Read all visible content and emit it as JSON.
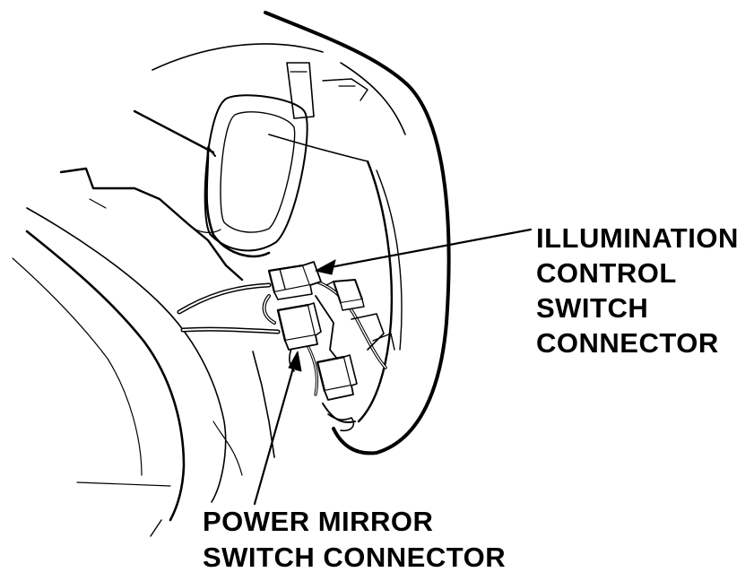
{
  "callouts": {
    "illumination": {
      "lines": [
        "ILLUMINATION",
        "CONTROL",
        "SWITCH",
        "CONNECTOR"
      ]
    },
    "power_mirror": {
      "lines": [
        "POWER MIRROR",
        "SWITCH CONNECTOR"
      ]
    }
  },
  "colors": {
    "ink": "#000000",
    "paper": "#ffffff",
    "connector_fill": "#ffffff"
  }
}
